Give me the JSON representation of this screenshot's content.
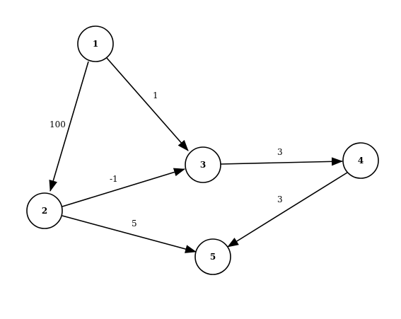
{
  "graph": {
    "nodes": [
      {
        "id": "1",
        "label": "1"
      },
      {
        "id": "2",
        "label": "2"
      },
      {
        "id": "3",
        "label": "3"
      },
      {
        "id": "4",
        "label": "4"
      },
      {
        "id": "5",
        "label": "5"
      }
    ],
    "edges": [
      {
        "from": "1",
        "to": "2",
        "weight": "100"
      },
      {
        "from": "1",
        "to": "3",
        "weight": "1"
      },
      {
        "from": "2",
        "to": "3",
        "weight": "-1"
      },
      {
        "from": "2",
        "to": "5",
        "weight": "5"
      },
      {
        "from": "3",
        "to": "4",
        "weight": "3"
      },
      {
        "from": "4",
        "to": "5",
        "weight": "3"
      }
    ],
    "colors": {
      "stroke": "#000000",
      "node_fill": "#ffffff",
      "background": "#ffffff"
    }
  }
}
